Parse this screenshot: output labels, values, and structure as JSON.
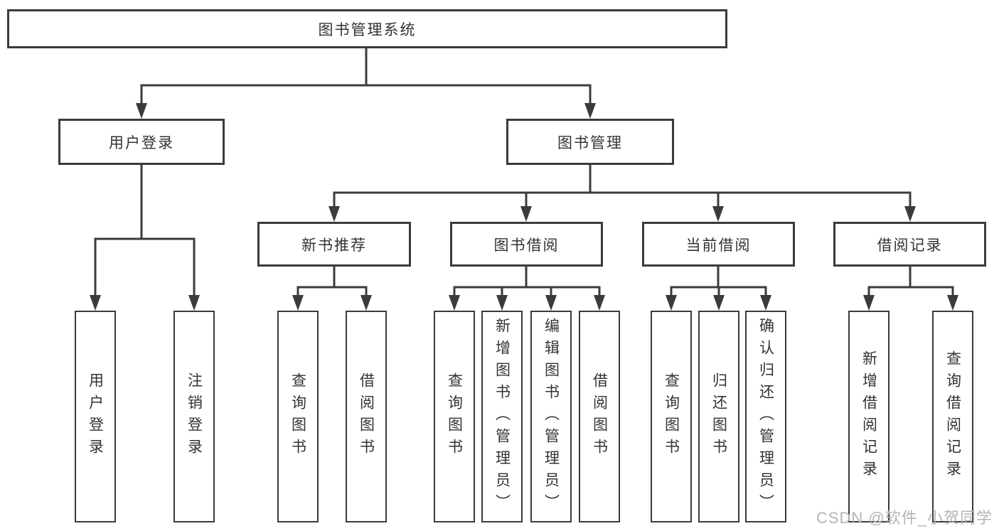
{
  "tree": {
    "label": "图书管理系统",
    "children": [
      {
        "label": "用户登录",
        "children": [
          {
            "label": "用户登录"
          },
          {
            "label": "注销登录"
          }
        ]
      },
      {
        "label": "图书管理",
        "children": [
          {
            "label": "新书推荐",
            "children": [
              {
                "label": "查询图书"
              },
              {
                "label": "借阅图书"
              }
            ]
          },
          {
            "label": "图书借阅",
            "children": [
              {
                "label": "查询图书"
              },
              {
                "label": "新增图书（管理员）"
              },
              {
                "label": "编辑图书（管理员）"
              },
              {
                "label": "借阅图书"
              }
            ]
          },
          {
            "label": "当前借阅",
            "children": [
              {
                "label": "查询图书"
              },
              {
                "label": "归还图书"
              },
              {
                "label": "确认归还（管理员）"
              }
            ]
          },
          {
            "label": "借阅记录",
            "children": [
              {
                "label": "新增借阅记录"
              },
              {
                "label": "查询借阅记录"
              }
            ]
          }
        ]
      }
    ]
  },
  "watermark": {
    "text": "CSDN @软件_小贺同学"
  },
  "colors": {
    "line": "#3b3b3b",
    "box_border": "#3b3b3b",
    "text": "#333333",
    "background": "#ffffff",
    "watermark": "#b4b4b4"
  }
}
